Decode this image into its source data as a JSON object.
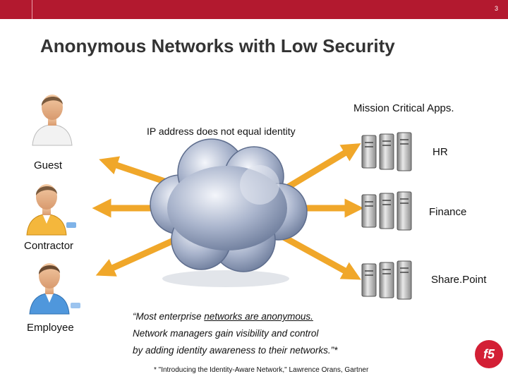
{
  "slide": {
    "page_number": "3",
    "title": "Anonymous Networks with Low Security"
  },
  "users": [
    {
      "label": "Guest",
      "icon": "guest-user-icon"
    },
    {
      "label": "Contractor",
      "icon": "contractor-user-icon"
    },
    {
      "label": "Employee",
      "icon": "employee-user-icon"
    }
  ],
  "network": {
    "caption": "IP address does not equal identity",
    "cloud_icon": "cloud-icon"
  },
  "apps": {
    "heading": "Mission Critical Apps.",
    "items": [
      {
        "label": "HR",
        "icon": "server-rack-icon"
      },
      {
        "label": "Finance",
        "icon": "server-rack-icon"
      },
      {
        "label": "Share.Point",
        "icon": "server-rack-icon"
      }
    ]
  },
  "quote": {
    "line1_prefix": "“Most enterprise ",
    "line1_underlined": "networks are anonymous.",
    "line2": "Network managers gain visibility and control",
    "line3": "by adding identity awareness to their networks.”*"
  },
  "footnote": "* \"Introducing the Identity-Aware Network,\" Lawrence Orans, Gartner",
  "brand": {
    "logo_text": "f5",
    "logo_color": "#d31f35",
    "accent": "#b3192f",
    "arrow_color": "#f0a72a"
  }
}
